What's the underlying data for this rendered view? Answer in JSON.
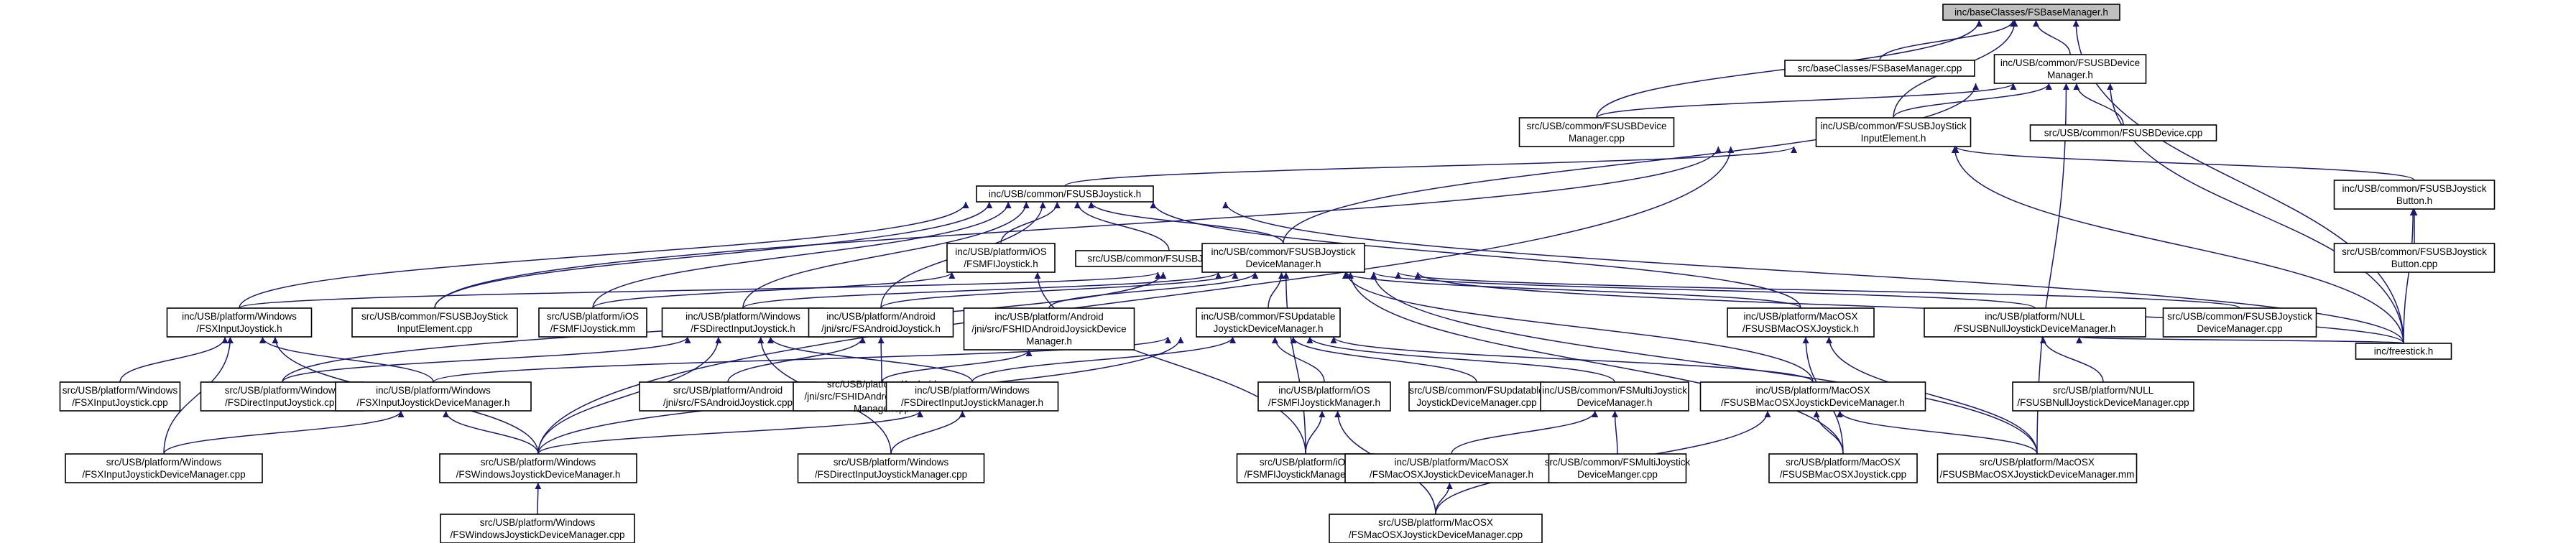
{
  "graph": {
    "root_node": "n0",
    "colors": {
      "edge": "#191970",
      "node_border": "#000000",
      "root_fill": "#bfbfbf",
      "node_fill": "#ffffff"
    },
    "nodes": [
      {
        "id": "n0",
        "lines": [
          "inc/baseClasses/FSBaseManager.h"
        ]
      },
      {
        "id": "n1",
        "lines": [
          "src/baseClasses/FSBaseManager.cpp"
        ]
      },
      {
        "id": "n2",
        "lines": [
          "inc/USB/common/FSUSBDevice",
          "Manager.h"
        ]
      },
      {
        "id": "n3",
        "lines": [
          "src/USB/common/FSUSBDevice",
          "Manager.cpp"
        ]
      },
      {
        "id": "n4",
        "lines": [
          "inc/USB/common/FSUSBJoyStick",
          "InputElement.h"
        ]
      },
      {
        "id": "n5",
        "lines": [
          "src/USB/common/FSUSBDevice.cpp"
        ]
      },
      {
        "id": "n6",
        "lines": [
          "inc/USB/common/FSUSBJoystick.h"
        ]
      },
      {
        "id": "n7",
        "lines": [
          "inc/USB/common/FSUSBJoystick",
          "Button.h"
        ]
      },
      {
        "id": "n8",
        "lines": [
          "inc/USB/platform/iOS",
          "/FSMFIJoystick.h"
        ]
      },
      {
        "id": "n9",
        "lines": [
          "src/USB/common/FSUSBJoystick.cpp"
        ]
      },
      {
        "id": "n10",
        "lines": [
          "inc/USB/common/FSUSBJoystick",
          "DeviceManager.h"
        ]
      },
      {
        "id": "n11",
        "lines": [
          "src/USB/common/FSUSBJoystick",
          "Button.cpp"
        ]
      },
      {
        "id": "n12",
        "lines": [
          "inc/USB/platform/Windows",
          "/FSXInputJoystick.h"
        ]
      },
      {
        "id": "n13",
        "lines": [
          "src/USB/common/FSUSBJoyStick",
          "InputElement.cpp"
        ]
      },
      {
        "id": "n14",
        "lines": [
          "src/USB/platform/iOS",
          "/FSMFIJoystick.mm"
        ]
      },
      {
        "id": "n15",
        "lines": [
          "inc/USB/platform/Windows",
          "/FSDirectInputJoystick.h"
        ]
      },
      {
        "id": "n16",
        "lines": [
          "inc/USB/platform/Android",
          "/jni/src/FSAndroidJoystick.h"
        ]
      },
      {
        "id": "n17",
        "lines": [
          "inc/USB/platform/Android",
          "/jni/src/FSHIDAndroidJoysickDevice",
          "Manager.h"
        ]
      },
      {
        "id": "n18",
        "lines": [
          "inc/USB/common/FSUpdatable",
          "JoystickDeviceManager.h"
        ]
      },
      {
        "id": "n19",
        "lines": [
          "inc/USB/platform/MacOSX",
          "/FSUSBMacOSXJoystick.h"
        ]
      },
      {
        "id": "n20",
        "lines": [
          "inc/USB/platform/NULL",
          "/FSUSBNullJoystickDeviceManager.h"
        ]
      },
      {
        "id": "n21",
        "lines": [
          "src/USB/common/FSUSBJoystick",
          "DeviceManager.cpp"
        ]
      },
      {
        "id": "n22",
        "lines": [
          "inc/freestick.h"
        ]
      },
      {
        "id": "n23",
        "lines": [
          "src/USB/platform/Windows",
          "/FSXInputJoystick.cpp"
        ]
      },
      {
        "id": "n24",
        "lines": [
          "src/USB/platform/Windows",
          "/FSDirectInputJoystick.cpp"
        ]
      },
      {
        "id": "n25",
        "lines": [
          "inc/USB/platform/Windows",
          "/FSXInputJoystickDeviceManager.h"
        ]
      },
      {
        "id": "n26",
        "lines": [
          "src/USB/platform/Android",
          "/jni/src/FSAndroidJoystick.cpp"
        ]
      },
      {
        "id": "n27",
        "lines": [
          "src/USB/platform/Android",
          "/jni/src/FSHIDAndroidJoysickDevice",
          "Manager.cpp"
        ]
      },
      {
        "id": "n28",
        "lines": [
          "inc/USB/platform/Windows",
          "/FSDirectInputJoystickManager.h"
        ]
      },
      {
        "id": "n29",
        "lines": [
          "inc/USB/platform/iOS",
          "/FSMFIJoystickManager.h"
        ]
      },
      {
        "id": "n30",
        "lines": [
          "src/USB/common/FSUpdatable",
          "JoystickDeviceManager.cpp"
        ]
      },
      {
        "id": "n31",
        "lines": [
          "inc/USB/common/FSMultiJoystick",
          "DeviceManager.h"
        ]
      },
      {
        "id": "n32",
        "lines": [
          "inc/USB/platform/MacOSX",
          "/FSUSBMacOSXJoystickDeviceManager.h"
        ]
      },
      {
        "id": "n33",
        "lines": [
          "src/USB/platform/NULL",
          "/FSUSBNullJoystickDeviceManager.cpp"
        ]
      },
      {
        "id": "n34",
        "lines": [
          "src/USB/platform/Windows",
          "/FSXInputJoystickDeviceManager.cpp"
        ]
      },
      {
        "id": "n35",
        "lines": [
          "src/USB/platform/Windows",
          "/FSWindowsJoystickDeviceManager.h"
        ]
      },
      {
        "id": "n36",
        "lines": [
          "src/USB/platform/Windows",
          "/FSDirectInputJoystickManager.cpp"
        ]
      },
      {
        "id": "n37",
        "lines": [
          "src/USB/platform/iOS",
          "/FSMFIJoystickManager.mm"
        ]
      },
      {
        "id": "n38",
        "lines": [
          "inc/USB/platform/MacOSX",
          "/FSMacOSXJoystickDeviceManager.h"
        ]
      },
      {
        "id": "n39",
        "lines": [
          "src/USB/common/FSMultiJoystick",
          "DeviceManger.cpp"
        ]
      },
      {
        "id": "n40",
        "lines": [
          "src/USB/platform/MacOSX",
          "/FSUSBMacOSXJoystick.cpp"
        ]
      },
      {
        "id": "n41",
        "lines": [
          "src/USB/platform/MacOSX",
          "/FSUSBMacOSXJoystickDeviceManager.mm"
        ]
      },
      {
        "id": "n42",
        "lines": [
          "src/USB/platform/Windows",
          "/FSWindowsJoystickDeviceManager.cpp"
        ]
      },
      {
        "id": "n43",
        "lines": [
          "src/USB/platform/MacOSX",
          "/FSMacOSXJoystickDeviceManager.cpp"
        ]
      }
    ],
    "edges": [
      [
        "n0",
        "n1"
      ],
      [
        "n0",
        "n2"
      ],
      [
        "n0",
        "n3"
      ],
      [
        "n0",
        "n4"
      ],
      [
        "n0",
        "n22"
      ],
      [
        "n2",
        "n3"
      ],
      [
        "n2",
        "n4"
      ],
      [
        "n2",
        "n5"
      ],
      [
        "n2",
        "n10"
      ],
      [
        "n2",
        "n22"
      ],
      [
        "n2",
        "n41"
      ],
      [
        "n4",
        "n6"
      ],
      [
        "n4",
        "n7"
      ],
      [
        "n4",
        "n13"
      ],
      [
        "n4",
        "n22"
      ],
      [
        "n4",
        "n35"
      ],
      [
        "n6",
        "n8"
      ],
      [
        "n6",
        "n9"
      ],
      [
        "n6",
        "n10"
      ],
      [
        "n6",
        "n12"
      ],
      [
        "n6",
        "n13"
      ],
      [
        "n6",
        "n14"
      ],
      [
        "n6",
        "n15"
      ],
      [
        "n6",
        "n16"
      ],
      [
        "n6",
        "n19"
      ],
      [
        "n6",
        "n22"
      ],
      [
        "n7",
        "n11"
      ],
      [
        "n7",
        "n22"
      ],
      [
        "n8",
        "n14"
      ],
      [
        "n8",
        "n37"
      ],
      [
        "n10",
        "n12"
      ],
      [
        "n10",
        "n15"
      ],
      [
        "n10",
        "n16"
      ],
      [
        "n10",
        "n17"
      ],
      [
        "n10",
        "n18"
      ],
      [
        "n10",
        "n19"
      ],
      [
        "n10",
        "n20"
      ],
      [
        "n10",
        "n21"
      ],
      [
        "n10",
        "n22"
      ],
      [
        "n10",
        "n24"
      ],
      [
        "n10",
        "n32"
      ],
      [
        "n10",
        "n37"
      ],
      [
        "n10",
        "n40"
      ],
      [
        "n10",
        "n41"
      ],
      [
        "n12",
        "n23"
      ],
      [
        "n12",
        "n25"
      ],
      [
        "n12",
        "n34"
      ],
      [
        "n12",
        "n35"
      ],
      [
        "n15",
        "n24"
      ],
      [
        "n15",
        "n28"
      ],
      [
        "n15",
        "n35"
      ],
      [
        "n15",
        "n36"
      ],
      [
        "n16",
        "n26"
      ],
      [
        "n16",
        "n27"
      ],
      [
        "n17",
        "n27"
      ],
      [
        "n18",
        "n25"
      ],
      [
        "n18",
        "n28"
      ],
      [
        "n18",
        "n29"
      ],
      [
        "n18",
        "n30"
      ],
      [
        "n18",
        "n31"
      ],
      [
        "n18",
        "n32"
      ],
      [
        "n18",
        "n35"
      ],
      [
        "n19",
        "n40"
      ],
      [
        "n19",
        "n41"
      ],
      [
        "n20",
        "n22"
      ],
      [
        "n20",
        "n33"
      ],
      [
        "n25",
        "n34"
      ],
      [
        "n25",
        "n35"
      ],
      [
        "n28",
        "n35"
      ],
      [
        "n28",
        "n36"
      ],
      [
        "n29",
        "n37"
      ],
      [
        "n29",
        "n43"
      ],
      [
        "n31",
        "n38"
      ],
      [
        "n31",
        "n39"
      ],
      [
        "n32",
        "n40"
      ],
      [
        "n32",
        "n41"
      ],
      [
        "n32",
        "n43"
      ],
      [
        "n35",
        "n42"
      ],
      [
        "n38",
        "n43"
      ]
    ]
  }
}
